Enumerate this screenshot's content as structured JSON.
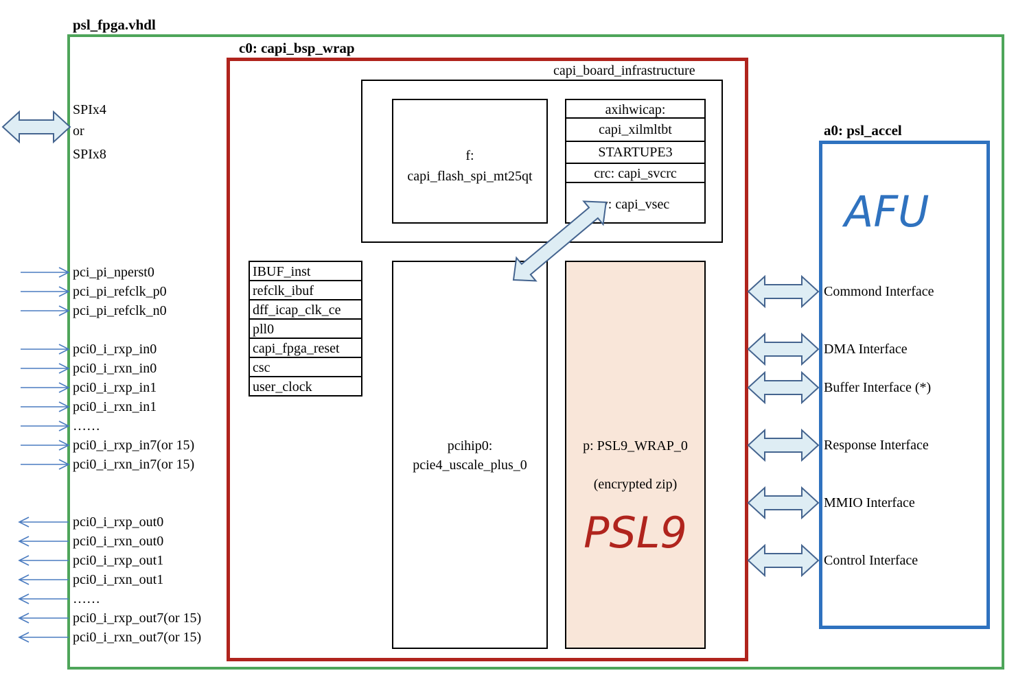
{
  "top": {
    "title": "psl_fpga.vhdl",
    "spi": [
      "SPIx4",
      "or",
      "SPIx8"
    ],
    "inputs": [
      "pci_pi_nperst0",
      "pci_pi_refclk_p0",
      "pci_pi_refclk_n0",
      "pci0_i_rxp_in0",
      "pci0_i_rxn_in0",
      "pci0_i_rxp_in1",
      "pci0_i_rxn_in1",
      "……",
      "pci0_i_rxp_in7(or 15)",
      "pci0_i_rxn_in7(or 15)"
    ],
    "outputs": [
      "pci0_i_rxp_out0",
      "pci0_i_rxn_out0",
      "pci0_i_rxp_out1",
      "pci0_i_rxn_out1",
      "……",
      "pci0_i_rxp_out7(or 15)",
      "pci0_i_rxn_out7(or 15)"
    ]
  },
  "bsp": {
    "title": "c0: capi_bsp_wrap",
    "clock_list": [
      "IBUF_inst",
      "refclk_ibuf",
      "dff_icap_clk_ce",
      "pll0",
      "capi_fpga_reset",
      "csc",
      "user_clock"
    ],
    "board_infra": {
      "title": "capi_board_infrastructure",
      "flash": [
        "f:",
        "capi_flash_spi_mt25qt"
      ],
      "stack": [
        "axihwicap:",
        "capi_xilmltbt",
        "STARTUPE3",
        "crc: capi_svcrc",
        "v: capi_vsec"
      ]
    },
    "pcihip": [
      "pcihip0:",
      "pcie4_uscale_plus_0"
    ],
    "psl": {
      "name": "p: PSL9_WRAP_0",
      "note": "(encrypted zip)",
      "big_label": "PSL9"
    }
  },
  "accel": {
    "title": "a0: psl_accel",
    "big_label": "AFU",
    "interfaces": [
      "Commond Interface",
      "DMA Interface",
      "Buffer Interface (*)",
      "Response Interface",
      "MMIO Interface",
      "Control Interface"
    ]
  },
  "colors": {
    "top_border": "#4ea55a",
    "bsp_border": "#b0241d",
    "accel_border": "#2f72bf",
    "psl_fill": "#f9e6d9",
    "arrow_fill": "#deedf4",
    "arrow_stroke": "#44648f",
    "signal_arrow": "#4a7bc0"
  }
}
